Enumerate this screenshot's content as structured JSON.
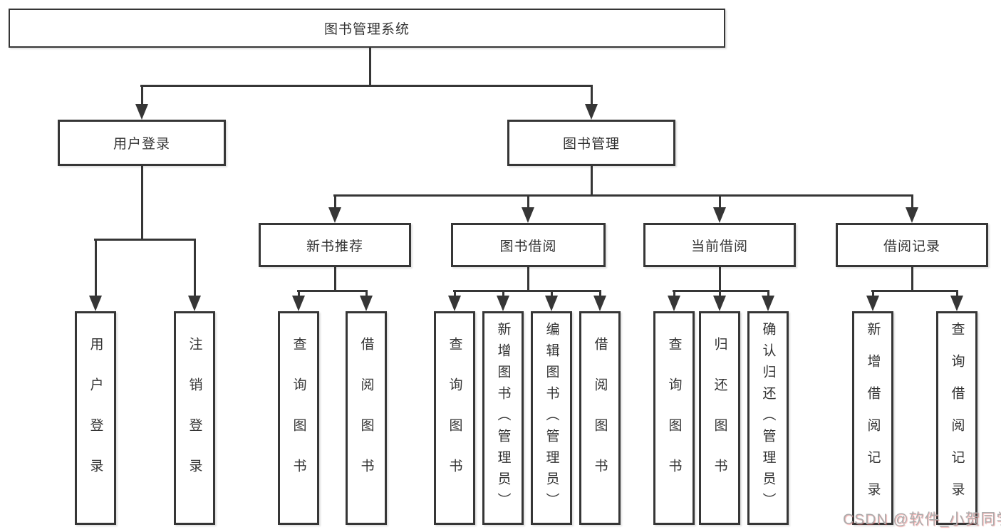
{
  "diagram_title": "图书管理系统",
  "colors": {
    "line": "#363636",
    "text": "#333333",
    "box_background": "#ffffff",
    "watermark": "#acacac"
  },
  "nodes": {
    "root": {
      "label": "图书管理系统"
    },
    "level2": [
      {
        "label": "用户登录",
        "parent": "图书管理系统"
      },
      {
        "label": "图书管理",
        "parent": "图书管理系统"
      }
    ],
    "level3": [
      {
        "label": "新书推荐",
        "parent": "图书管理"
      },
      {
        "label": "图书借阅",
        "parent": "图书管理"
      },
      {
        "label": "当前借阅",
        "parent": "图书管理"
      },
      {
        "label": "借阅记录",
        "parent": "图书管理"
      }
    ],
    "leaves": [
      {
        "label": "用户登录",
        "parent": "用户登录"
      },
      {
        "label": "注销登录",
        "parent": "用户登录"
      },
      {
        "label": "查询图书",
        "parent": "新书推荐"
      },
      {
        "label": "借阅图书",
        "parent": "新书推荐"
      },
      {
        "label": "查询图书",
        "parent": "图书借阅"
      },
      {
        "label": "新增图书（管理员）",
        "parent": "图书借阅"
      },
      {
        "label": "编辑图书（管理员）",
        "parent": "图书借阅"
      },
      {
        "label": "借阅图书",
        "parent": "图书借阅"
      },
      {
        "label": "查询图书",
        "parent": "当前借阅"
      },
      {
        "label": "归还图书",
        "parent": "当前借阅"
      },
      {
        "label": "确认归还（管理员）",
        "parent": "当前借阅"
      },
      {
        "label": "新增借阅记录",
        "parent": "借阅记录"
      },
      {
        "label": "查询借阅记录",
        "parent": "借阅记录"
      }
    ]
  },
  "watermark": {
    "text": "CSDN @软件_小贺同学"
  }
}
